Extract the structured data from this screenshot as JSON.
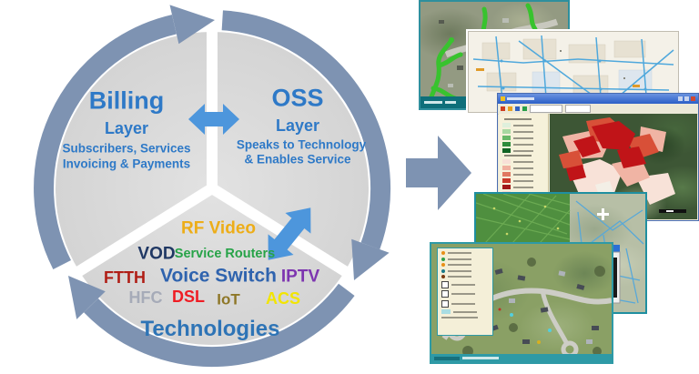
{
  "diagram": {
    "billing": {
      "title": "Billing",
      "layer": "Layer",
      "desc1": "Subscribers, Services",
      "desc2": "Invoicing & Payments"
    },
    "oss": {
      "title": "OSS",
      "layer": "Layer",
      "desc1": "Speaks to Technology",
      "desc2": "& Enables Service"
    },
    "technologies": {
      "title": "Technologies",
      "items": [
        {
          "label": "RF Video",
          "color": "#EDAD18"
        },
        {
          "label": "VOD",
          "color": "#203864"
        },
        {
          "label": "Service Routers",
          "color": "#27A348"
        },
        {
          "label": "FTTH",
          "color": "#B01E16"
        },
        {
          "label": "Voice Switch",
          "color": "#2F63AE"
        },
        {
          "label": "IPTV",
          "color": "#7D35B0"
        },
        {
          "label": "HFC",
          "color": "#A6ABB8"
        },
        {
          "label": "DSL",
          "color": "#EF1D24"
        },
        {
          "label": "IoT",
          "color": "#8E7728"
        },
        {
          "label": "ACS",
          "color": "#F2E500"
        }
      ]
    },
    "colors": {
      "ring": "#7E93B2",
      "slice": "#D9D9D9",
      "connector_arrow": "#4D96DC",
      "heading_blue": "#2E79C7",
      "technologies_blue": "#2E74B6"
    }
  },
  "maps": {
    "flow_arrow_color": "#7E93B2",
    "items": [
      {
        "name": "aerial-fiber-routes-map",
        "overlay_color": "#38C32E"
      },
      {
        "name": "street-network-map",
        "line_color": "#4FA8DC"
      },
      {
        "name": "choropleth-analysis-window",
        "hot_color": "#C01418",
        "legend_bg": "#F6F1DA"
      },
      {
        "name": "vegetation-network-map",
        "overlay_color": "#4F8F3F"
      },
      {
        "name": "neighborhood-aerial-window",
        "frame_color": "#2E9AA6",
        "legend_bg": "#F4EFD8"
      }
    ]
  }
}
